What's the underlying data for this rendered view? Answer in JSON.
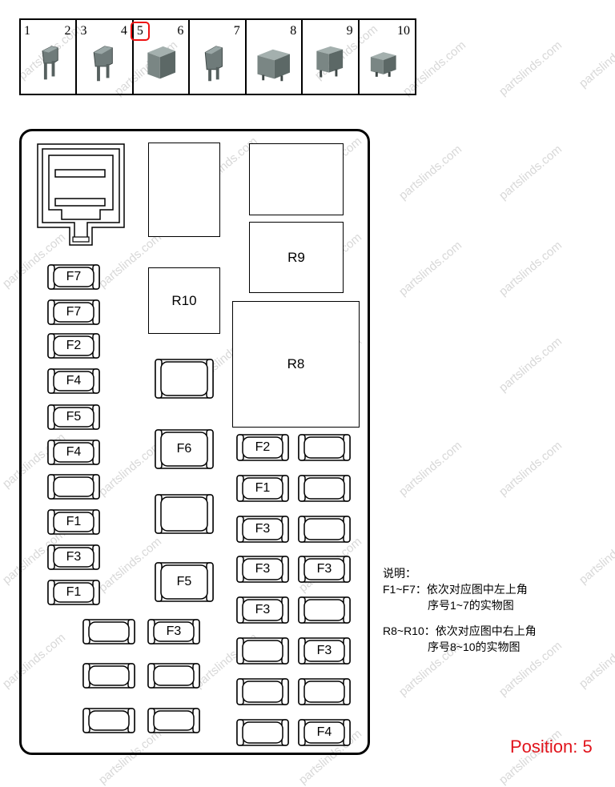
{
  "parts_strip": {
    "cells": [
      {
        "left_num": "1",
        "right_num": "2",
        "shape": "blade-fuse-small"
      },
      {
        "left_num": "3",
        "right_num": "4",
        "shape": "blade-fuse-medium"
      },
      {
        "left_num": "5",
        "right_num": "6",
        "shape": "cartridge-fuse",
        "highlighted": true
      },
      {
        "left_num": "",
        "right_num": "7",
        "shape": "blade-fuse-large"
      },
      {
        "left_num": "",
        "right_num": "8",
        "shape": "relay-large"
      },
      {
        "left_num": "",
        "right_num": "9",
        "shape": "relay-medium"
      },
      {
        "left_num": "",
        "right_num": "10",
        "shape": "relay-small"
      }
    ],
    "highlight_color": "#e11111"
  },
  "fuse_box": {
    "relays": [
      {
        "id": "r-top-middle",
        "label": ""
      },
      {
        "id": "r-top-right",
        "label": ""
      },
      {
        "id": "r9",
        "label": "R9"
      },
      {
        "id": "r10",
        "label": "R10"
      },
      {
        "id": "r8",
        "label": "R8"
      }
    ],
    "left_column": [
      "F7",
      "F7",
      "F2",
      "F4",
      "F5",
      "F4",
      "",
      "F1",
      "F3",
      "F1"
    ],
    "middle_column": [
      "",
      "F6",
      "",
      "F5"
    ],
    "bottom_left_grid": [
      "",
      "F3",
      "",
      "",
      "",
      ""
    ],
    "right_grid": [
      [
        "F2",
        ""
      ],
      [
        "F1",
        ""
      ],
      [
        "F3",
        ""
      ],
      [
        "F3",
        "F3"
      ],
      [
        "F3",
        ""
      ],
      [
        "",
        "F3"
      ],
      [
        "",
        ""
      ],
      [
        "",
        "F4"
      ]
    ]
  },
  "notes": {
    "title": "说明：",
    "line1": "F1~F7：依次对应图中左上角",
    "line2": "序号1~7的实物图",
    "line3": "R8~R10：依次对应图中右上角",
    "line4": "序号8~10的实物图"
  },
  "position_label": "Position: 5",
  "watermark": "partslinds.com"
}
